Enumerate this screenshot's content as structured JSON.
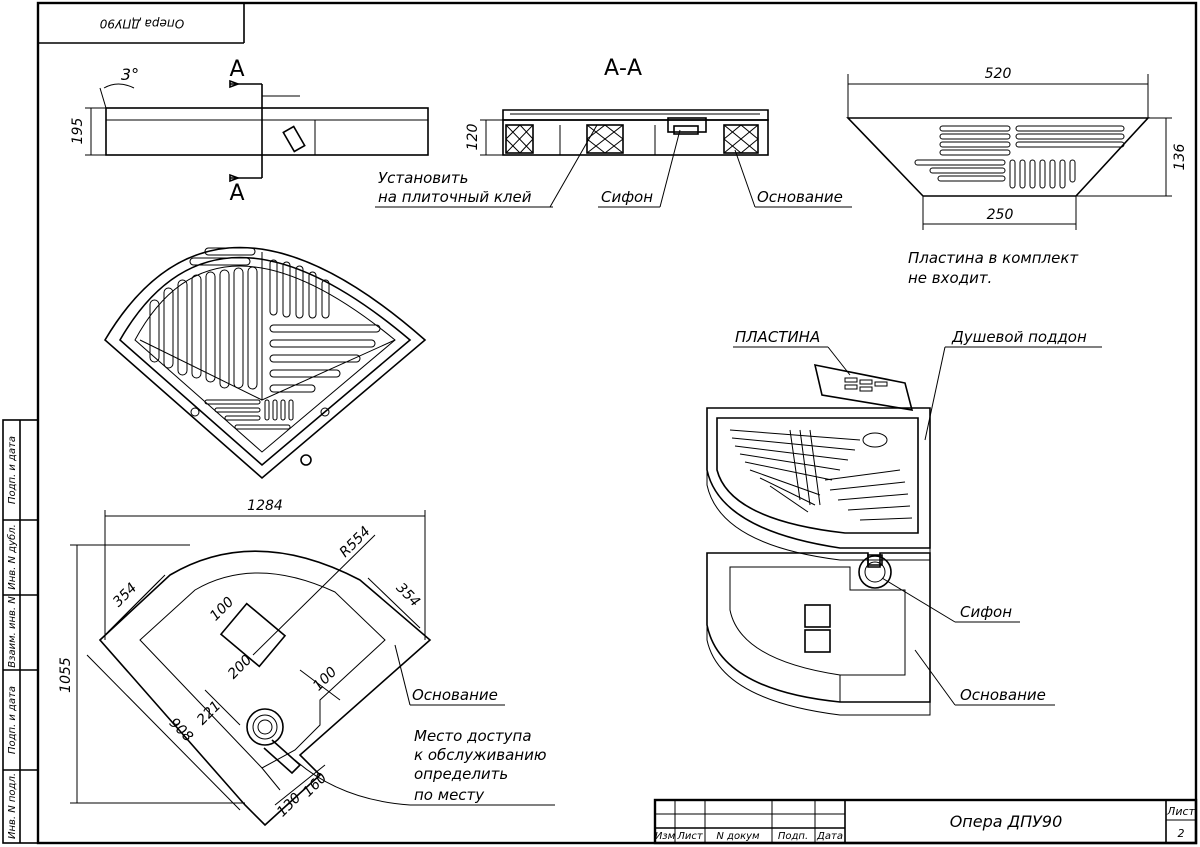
{
  "title_block": {
    "mirror_title": "Опера ДПУ90",
    "title": "Опера ДПУ90",
    "sheet_label": "Лист",
    "sheet_number": "2",
    "cols": [
      "Изм",
      "Лист",
      "N докум",
      "Подп.",
      "Дата"
    ]
  },
  "side_stamp": [
    "Подп. и дата",
    "Инв. N дубл.",
    "Взаим. инв. N",
    "Подп. и дата",
    "Инв. N подл."
  ],
  "section_view": {
    "marker_a": "А",
    "angle": "3°",
    "dim_height": "195",
    "section_title": "А-А",
    "dim_section": "120",
    "label_glue_1": "Установить",
    "label_glue_2": "на плиточный клей",
    "label_siphon": "Сифон",
    "label_base": "Основание"
  },
  "plate_view": {
    "dim_top": "520",
    "dim_bottom": "250",
    "dim_height": "136",
    "note_1": "Пластина в комплект",
    "note_2": "не входит."
  },
  "base_plan": {
    "dim_width": "1284",
    "dim_height": "1055",
    "dim_radius": "R554",
    "dim_354_left": "354",
    "dim_354_right": "354",
    "dim_100_top": "100",
    "dim_200": "200",
    "dim_100_right": "100",
    "dim_221": "221",
    "dim_908": "908",
    "dim_130": "130",
    "dim_160": "160",
    "label_base": "Основание",
    "access_1": "Место доступа",
    "access_2": "к обслуживанию",
    "access_3": "определить",
    "access_4": "по месту"
  },
  "iso_view": {
    "label_plate": "ПЛАСТИНА",
    "label_tray": "Душевой поддон",
    "label_siphon": "Сифон",
    "label_base": "Основание"
  }
}
